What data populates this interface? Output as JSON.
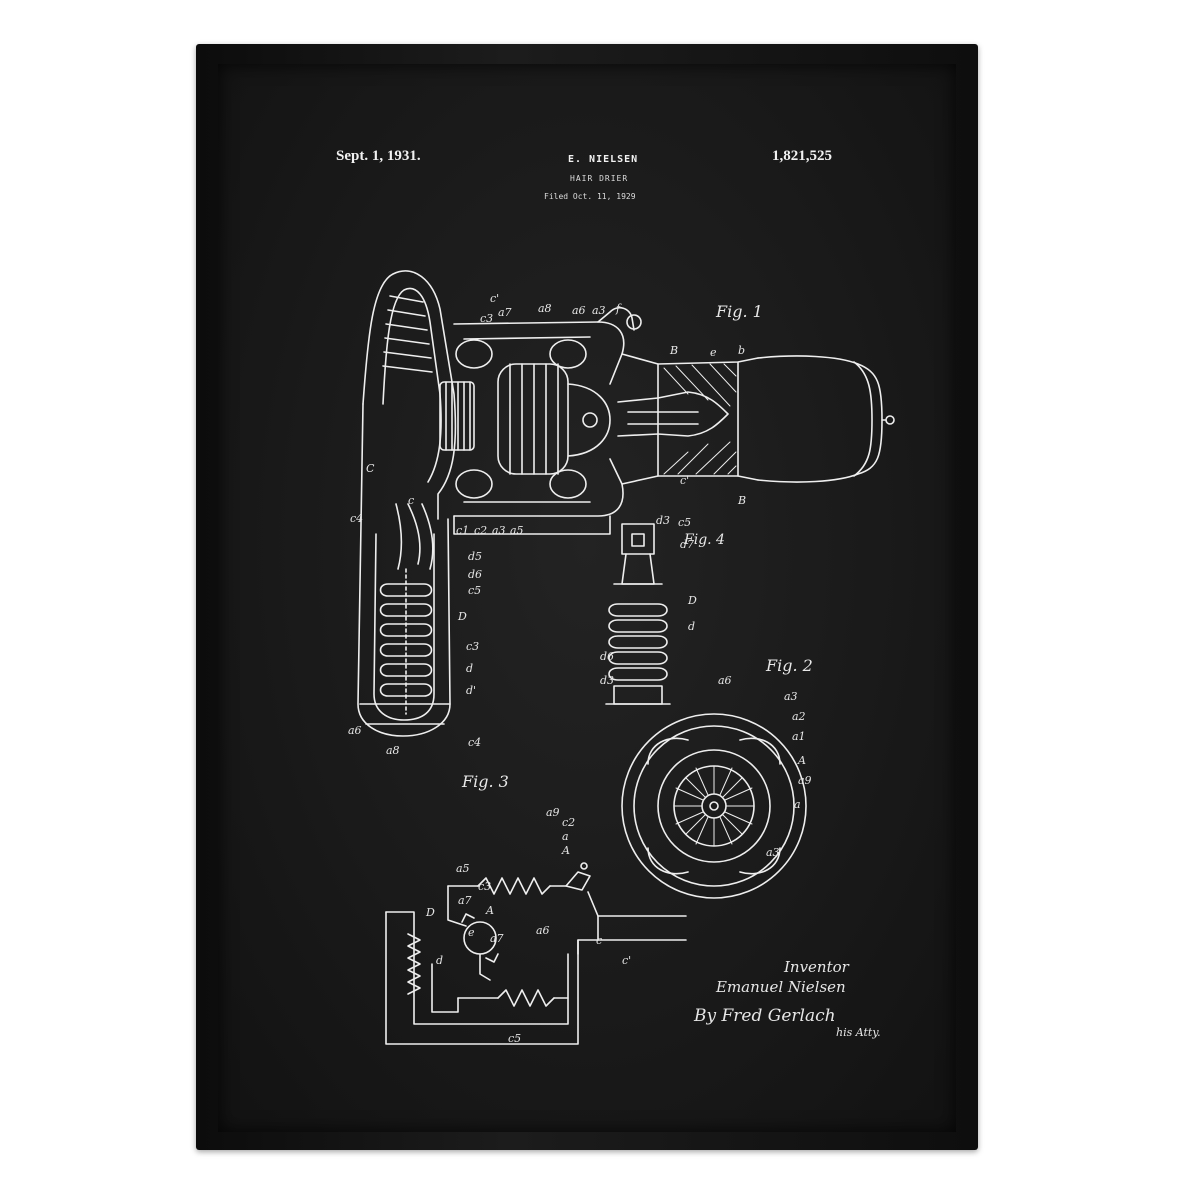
{
  "patent": {
    "date": "Sept. 1, 1931.",
    "inventor": "E. NIELSEN",
    "title": "HAIR DRIER",
    "filed": "Filed Oct. 11, 1929",
    "number": "1,821,525"
  },
  "figures": {
    "fig1": "Fig. 1",
    "fig2": "Fig. 2",
    "fig3": "Fig. 3",
    "fig4": "Fig. 4"
  },
  "signature": {
    "inventor_label": "Inventor",
    "inventor_name": "Emanuel Nielsen",
    "by_line": "By Fred Gerlach",
    "atty": "his Atty."
  },
  "colors": {
    "frame": "#141414",
    "board": "#1d1d1d",
    "ink": "#f0f0f0"
  }
}
